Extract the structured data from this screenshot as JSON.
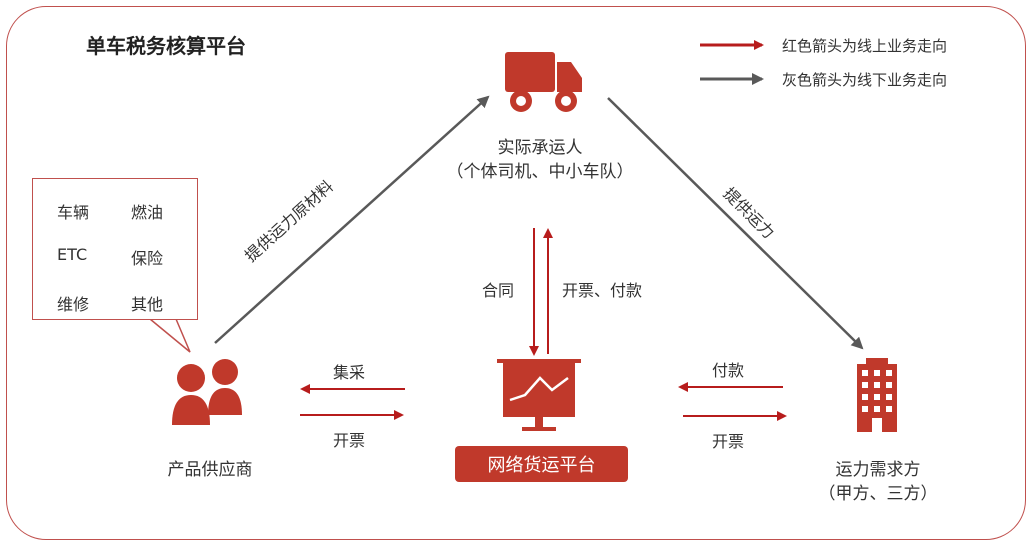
{
  "title": "单车税务核算平台",
  "legend": {
    "red": "红色箭头为线上业务走向",
    "gray": "灰色箭头为线下业务走向"
  },
  "colors": {
    "red": "#b71c1c",
    "gray": "#595959",
    "frame": "#c0504d"
  },
  "nodes": {
    "carrier_line1": "实际承运人",
    "carrier_line2": "（个体司机、中小车队）",
    "supplier": "产品供应商",
    "platform": "网络货运平台",
    "demand_line1": "运力需求方",
    "demand_line2": "（甲方、三方）"
  },
  "bubble": {
    "items": [
      "车辆",
      "燃油",
      "ETC",
      "保险",
      "维修",
      "其他"
    ]
  },
  "edges": {
    "supplier_to_carrier": "提供运力原材料",
    "carrier_to_demand": "提供运力",
    "contract": "合同",
    "invoice_payment": "开票、付款",
    "procure": "集采",
    "invoice_left": "开票",
    "payment": "付款",
    "invoice_right": "开票"
  },
  "icons": {
    "truck": "truck-icon",
    "people": "people-icon",
    "building": "building-icon",
    "monitor": "monitor-chart-icon"
  }
}
